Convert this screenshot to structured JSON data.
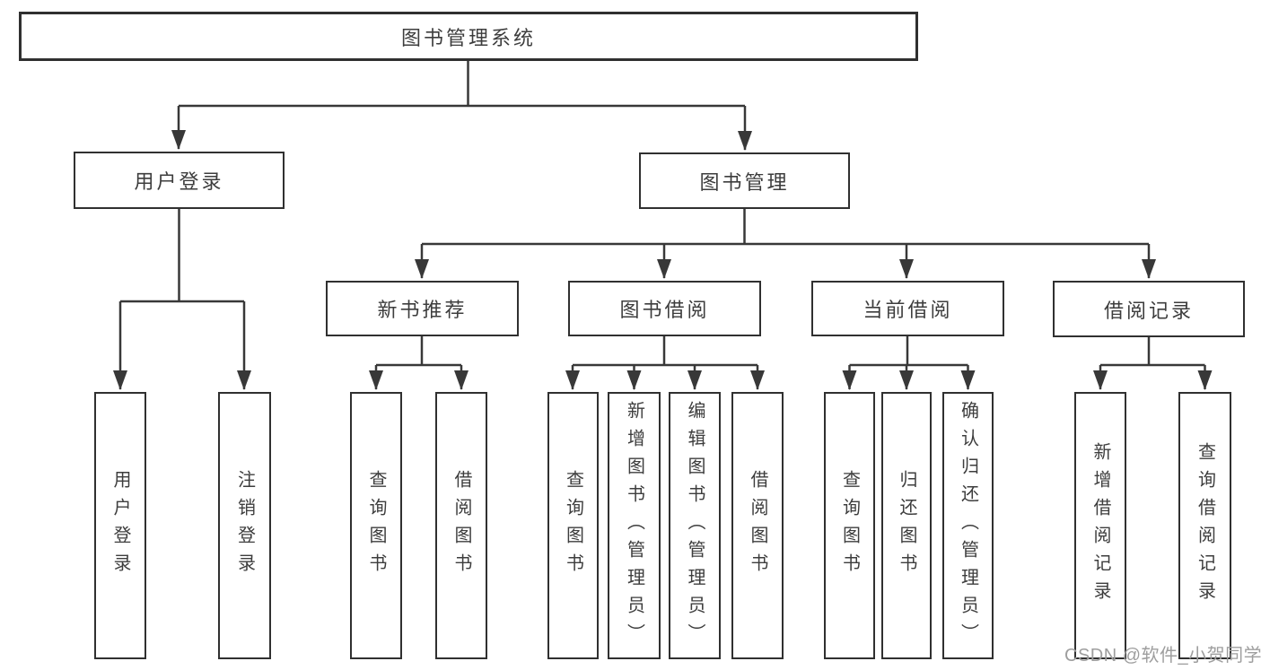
{
  "diagram": {
    "title": "图书管理系统",
    "branches": [
      {
        "label": "用户登录",
        "children": [
          {
            "label": "用户登录"
          },
          {
            "label": "注销登录"
          }
        ]
      },
      {
        "label": "图书管理",
        "children": [
          {
            "label": "新书推荐",
            "children": [
              {
                "label": "查询图书"
              },
              {
                "label": "借阅图书"
              }
            ]
          },
          {
            "label": "图书借阅",
            "children": [
              {
                "label": "查询图书"
              },
              {
                "label": "新增图书（管理员）"
              },
              {
                "label": "编辑图书（管理员）"
              },
              {
                "label": "借阅图书"
              }
            ]
          },
          {
            "label": "当前借阅",
            "children": [
              {
                "label": "查询图书"
              },
              {
                "label": "归还图书"
              },
              {
                "label": "确认归还（管理员）"
              }
            ]
          },
          {
            "label": "借阅记录",
            "children": [
              {
                "label": "新增借阅记录"
              },
              {
                "label": "查询借阅记录"
              }
            ]
          }
        ]
      }
    ]
  },
  "colors": {
    "line": "#383838",
    "box_border": "#303030",
    "text": "#3d3d3d",
    "watermark": "#9e9e9e",
    "background": "#ffffff"
  },
  "watermark": {
    "text": "CSDN @软件_小贺同学"
  }
}
